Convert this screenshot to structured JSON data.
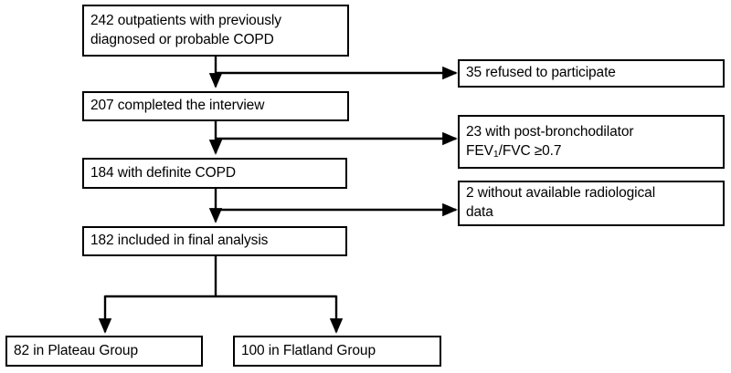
{
  "diagram": {
    "title": "COPD study participant flow diagram",
    "type": "flowchart",
    "line_color": "#000000",
    "box_fill": "#ffffff",
    "text_color": "#000000"
  },
  "main_flow": [
    {
      "id": "enrolled",
      "label": "242 outpatients with previously\ndiagnosed or probable COPD",
      "count": 242
    },
    {
      "id": "interviewed",
      "label": "207 completed the interview",
      "count": 207
    },
    {
      "id": "definite-copd",
      "label": "184 with definite COPD",
      "count": 184
    },
    {
      "id": "final-analysis",
      "label": "182 included in final analysis",
      "count": 182
    }
  ],
  "exclusions": [
    {
      "id": "refused",
      "label": "35 refused to participate",
      "count": 35
    },
    {
      "id": "fev-ratio",
      "label_prefix": "23 with post-bronchodilator\nFEV",
      "label_subscript": "1",
      "label_suffix": "/FVC ≥0.7",
      "count": 23
    },
    {
      "id": "no-radiology",
      "label": "2 without available radiological\ndata",
      "count": 2
    }
  ],
  "groups": [
    {
      "id": "plateau",
      "label": "82 in Plateau Group",
      "count": 82
    },
    {
      "id": "flatland",
      "label": "100 in Flatland Group",
      "count": 100
    }
  ]
}
